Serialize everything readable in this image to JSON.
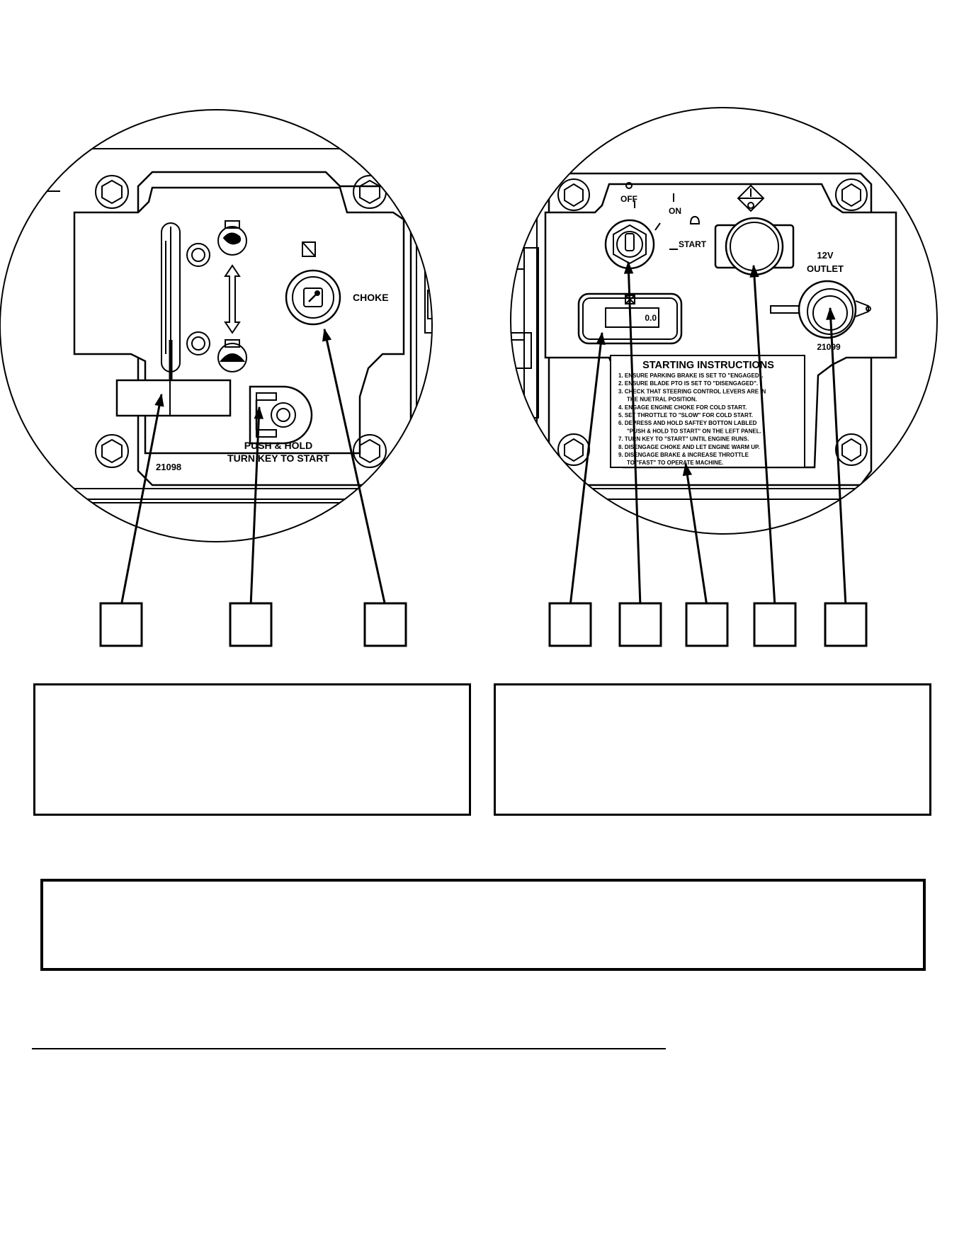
{
  "left_panel": {
    "part_number": "21098",
    "choke_label": "CHOKE",
    "push_label": "PUSH & HOLD",
    "turn_label": "TURN KEY TO START",
    "icons": [
      "rabbit-fast-icon",
      "turtle-slow-icon",
      "choke-icon",
      "push-button-icon",
      "throttle-lever-icon"
    ]
  },
  "right_panel": {
    "part_number": "21099",
    "off_label": "OFF",
    "on_label": "ON",
    "start_label": "START",
    "outlet_line1": "12V",
    "outlet_line2": "OUTLET",
    "hour_meter_value": "0.0",
    "instructions_title": "STARTING INSTRUCTIONS",
    "instructions": [
      "1. ENSURE PARKING BRAKE IS SET TO \"ENGAGED\".",
      "2. ENSURE BLADE PTO IS SET TO \"DISENGAGED\".",
      "3. CHECK THAT STEERING CONTROL LEVERS ARE IN",
      "THE NUETRAL POSITION.",
      "4. ENGAGE ENGINE CHOKE FOR COLD START.",
      "5. SET THROTTLE TO \"SLOW\" FOR COLD START.",
      "6. DEPRESS AND HOLD SAFTEY BOTTON LABLED",
      "\"PUSH & HOLD TO START\" ON THE LEFT PANEL.",
      "7. TURN KEY TO \"START\" UNTIL ENGINE RUNS.",
      "8. DISENGAGE CHOKE AND LET ENGINE WARM UP.",
      "9. DISENGAGE BRAKE & INCREASE THROTTLE",
      "TO \"FAST\" TO OPERATE MACHINE."
    ]
  }
}
